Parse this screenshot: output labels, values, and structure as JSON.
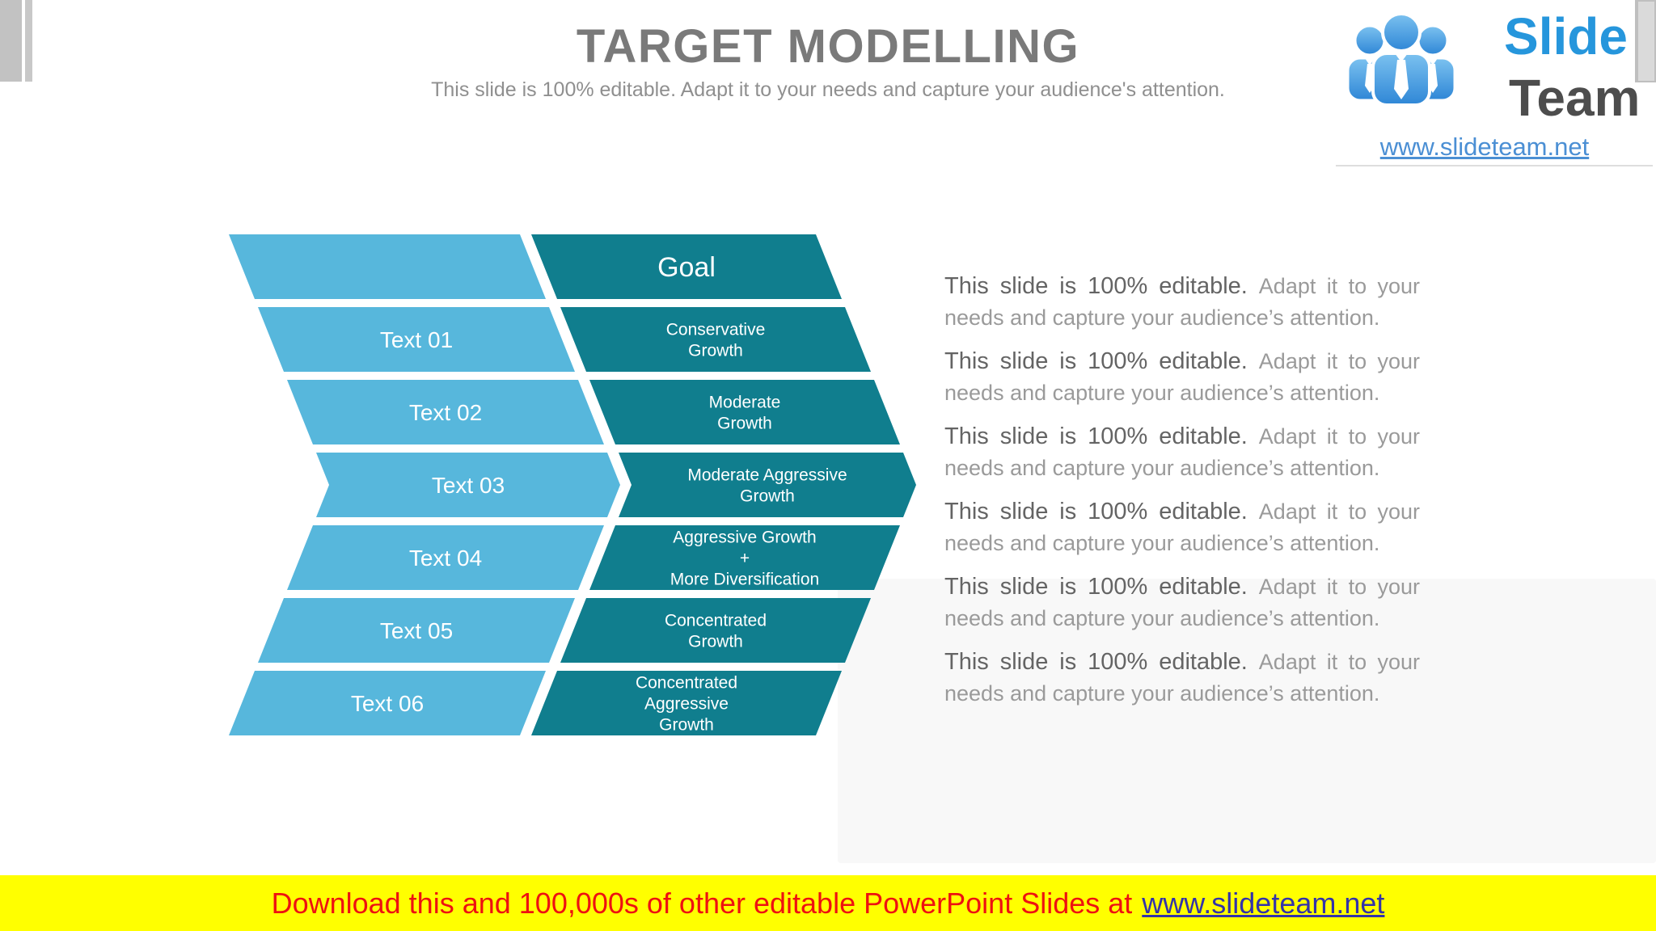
{
  "header": {
    "title": "TARGET MODELLING",
    "subtitle": "This slide is 100% editable. Adapt it to your needs and capture your audience's attention."
  },
  "logo": {
    "brand_top": "Slide",
    "brand_bottom": "Team",
    "url": "www.slideteam.net",
    "icon": "three-people-icon",
    "brand_blue": "#2696dc",
    "brand_gray": "#4d4d4d"
  },
  "diagram": {
    "rows": [
      {
        "left": "",
        "right": [
          "Goal"
        ]
      },
      {
        "left": "Text 01",
        "right": [
          "Conservative",
          "Growth"
        ]
      },
      {
        "left": "Text 02",
        "right": [
          "Moderate",
          "Growth"
        ]
      },
      {
        "left": "Text 03",
        "right": [
          "Moderate Aggressive",
          "Growth"
        ]
      },
      {
        "left": "Text 04",
        "right": [
          "Aggressive Growth",
          "+",
          "More Diversification"
        ]
      },
      {
        "left": "Text 05",
        "right": [
          "Concentrated",
          "Growth"
        ]
      },
      {
        "left": "Text 06",
        "right": [
          "Concentrated",
          "Aggressive",
          "Growth"
        ]
      }
    ],
    "colors": {
      "left_shape": "#57b7dc",
      "right_shape": "#107e8e",
      "label_text": "#ffffff"
    }
  },
  "body_blocks": [
    {
      "lead": "This slide is 100% editable.",
      "tail": "Adapt it to your",
      "line2": "needs and capture your audience’s attention."
    },
    {
      "lead": "This slide is 100% editable.",
      "tail": "Adapt it to your",
      "line2": "needs and capture your audience’s attention."
    },
    {
      "lead": "This slide is 100% editable.",
      "tail": "Adapt it to your",
      "line2": "needs and capture your audience’s attention."
    },
    {
      "lead": "This slide is 100% editable.",
      "tail": "Adapt it to your",
      "line2": "needs and capture your audience’s attention."
    },
    {
      "lead": "This slide is 100% editable.",
      "tail": "Adapt it to your",
      "line2": "needs and capture your audience’s attention."
    },
    {
      "lead": "This slide is 100% editable.",
      "tail": "Adapt it to your",
      "line2": "needs and capture your audience’s attention."
    }
  ],
  "banner": {
    "message": "Download this and 100,000s of other editable PowerPoint Slides at",
    "link": "www.slideteam.net",
    "bg": "#ffff00",
    "message_color": "#ee1111",
    "link_color": "#3333aa"
  }
}
